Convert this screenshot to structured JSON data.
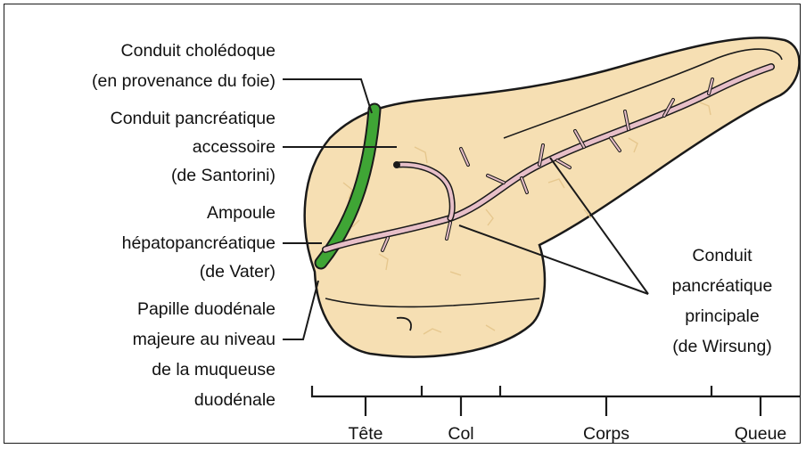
{
  "labels": {
    "choledoque": [
      "Conduit cholédoque",
      "(en provenance du foie)"
    ],
    "accessoire": [
      "Conduit pancréatique",
      "accessoire",
      "(de Santorini)"
    ],
    "ampoule": [
      "Ampoule",
      "hépatopancréatique",
      "(de Vater)"
    ],
    "papille": [
      "Papille duodénale",
      "majeure au niveau",
      "de la muqueuse",
      "duodénale"
    ],
    "principal": [
      "Conduit",
      "pancréatique",
      "principale",
      "(de Wirsung)"
    ]
  },
  "regions": {
    "tete": "Tête",
    "col": "Col",
    "corps": "Corps",
    "queue": "Queue"
  },
  "colors": {
    "parenchyma": "#f6dfb3",
    "parenchyma_edge": "#1a1a1a",
    "bile_duct": "#3fa535",
    "pancreatic_duct": "#e7bfc8",
    "lobule_lines": "#e6c78e"
  }
}
